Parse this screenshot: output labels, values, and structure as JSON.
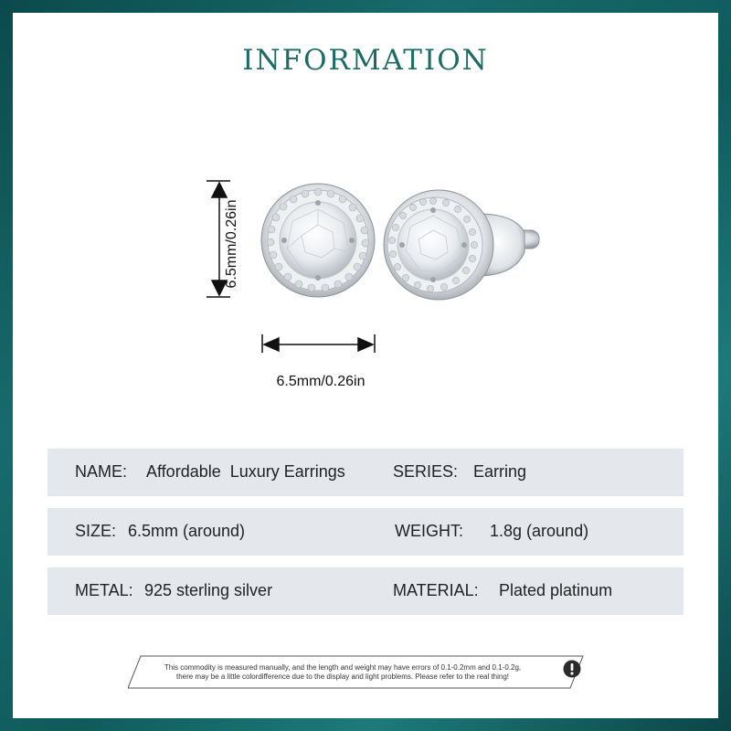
{
  "title": "INFORMATION",
  "dimensions": {
    "height_label": "6.5mm/0.26in",
    "width_label": "6.5mm/0.26in"
  },
  "specs": {
    "name_label": "NAME:",
    "name_value": "Affordable  Luxury Earrings",
    "series_label": "SERIES:",
    "series_value": "Earring",
    "size_label": "SIZE:",
    "size_value": "6.5mm (around)",
    "weight_label": "WEIGHT:",
    "weight_value": "1.8g (around)",
    "metal_label": "METAL:",
    "metal_value": "925 sterling silver",
    "material_label": "MATERIAL:",
    "material_value": "Plated platinum"
  },
  "note": {
    "line1": "This commodity is measured manually, and the length and weight may have errors of 0.1-0.2mm and 0.1-0.2g,",
    "line2": "there may be a little colordifference due to the display and light problems. Please refer to the real thing!"
  },
  "colors": {
    "title": "#1d6b64",
    "row_background": "#e4e7ec",
    "frame": "#0f5b5c"
  },
  "icons": [
    "warning-icon",
    "earring-front-image",
    "earring-side-image"
  ]
}
